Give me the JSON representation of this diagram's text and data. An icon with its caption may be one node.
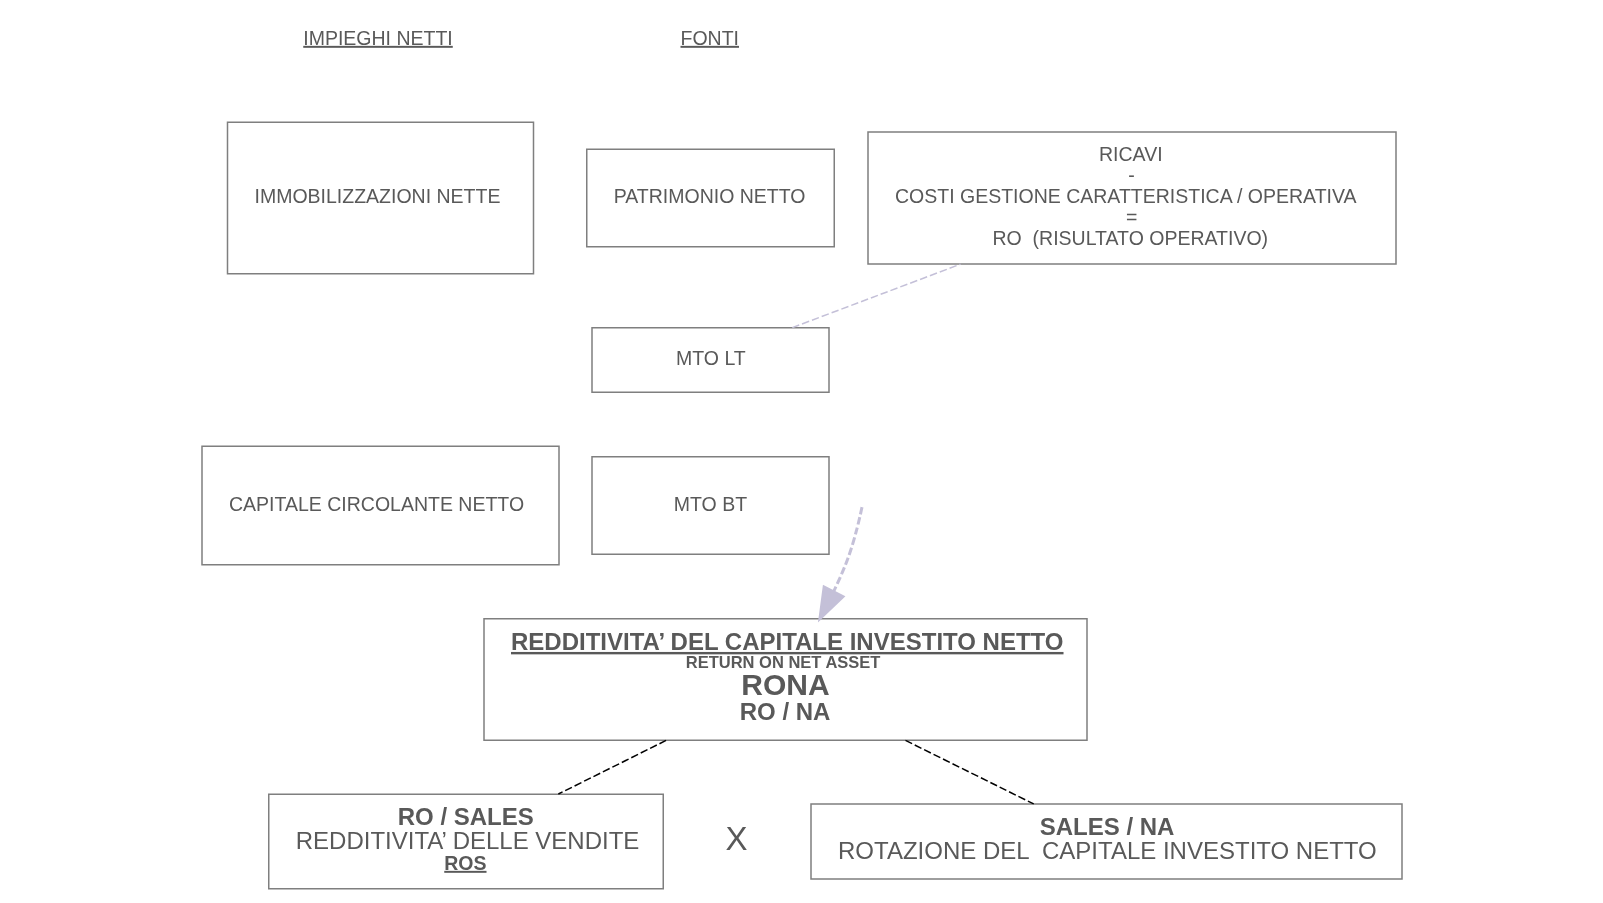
{
  "diagram": {
    "nodes": [
      {
        "text": [
          "IMMOBILIZZAZIONI NETTE"
        ]
      },
      {
        "text": [
          "CAPITALE CIRCOLANTE NETTO"
        ]
      },
      {
        "text": [
          "PATRIMONIO NETTO"
        ]
      },
      {
        "text": [
          "MTO LT"
        ]
      },
      {
        "text": [
          "MTO BT"
        ]
      },
      {
        "text": [
          "RICAVI",
          "-",
          "COSTI GESTIONE CARATTERISTICA / OPERATIVA",
          "=",
          "RO  (RISULTATO OPERATIVO)"
        ]
      },
      {
        "text": [
          "REDDITIVITA’ DEL CAPITALE INVESTITO NETTO",
          "RETURN ON NET ASSET",
          "RONA",
          "RO / NA"
        ]
      },
      {
        "text": [
          "RO / SALES",
          "REDDITIVITA’ DELLE VENDITE",
          "ROS"
        ]
      },
      {
        "text": [
          "SALES / NA",
          "ROTAZIONE DEL  CAPITALE INVESTITO NETTO"
        ]
      }
    ],
    "edges": [
      {
        "from": 3,
        "to": 5,
        "arrow": "none",
        "style": "dashed",
        "color": "#c4c0d8"
      },
      {
        "from": null,
        "to": 6,
        "arrow": "to",
        "style": "dashed",
        "color": "#c4c0d8"
      },
      {
        "from": 6,
        "to": 7,
        "arrow": "none",
        "style": "dashed",
        "color": "#000000"
      },
      {
        "from": 6,
        "to": 8,
        "arrow": "none",
        "style": "dashed",
        "color": "#000000"
      }
    ],
    "labels": [
      "IMPIEGHI NETTI",
      "FONTI",
      "X"
    ]
  }
}
